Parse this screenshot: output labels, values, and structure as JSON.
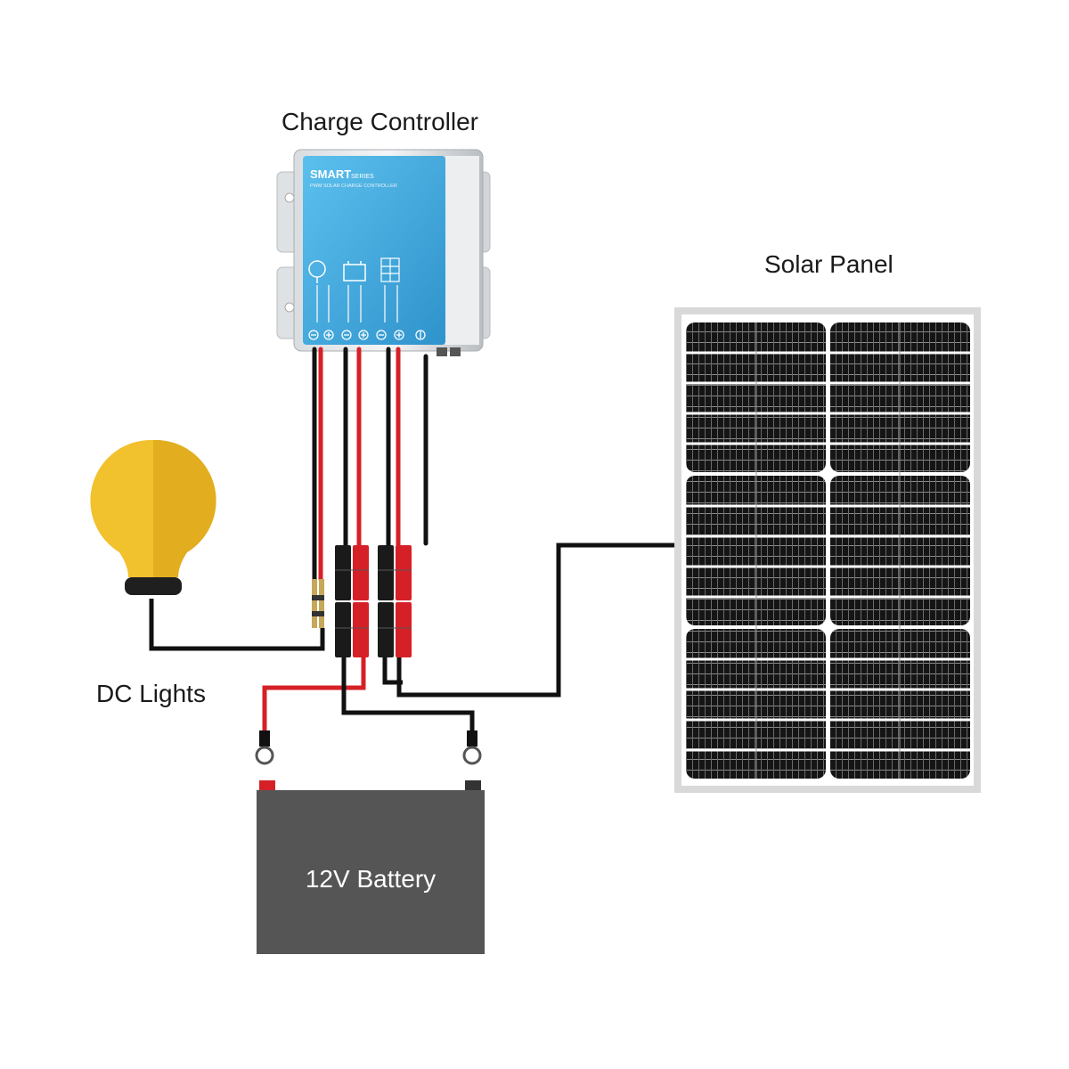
{
  "labels": {
    "charge_controller": "Charge Controller",
    "solar_panel": "Solar Panel",
    "dc_lights": "DC Lights",
    "battery": "12V Battery"
  },
  "controller": {
    "brand": "SMART",
    "series": "SERIES",
    "subtitle": "PWM SOLAR CHARGE CONTROLLER"
  },
  "colors": {
    "controller_face": "#3fa6d9",
    "bulb": "#f2c12e",
    "battery": "#555555",
    "wire_red": "#d62027",
    "wire_black": "#111111",
    "panel_cell": "#1b1b1b"
  }
}
